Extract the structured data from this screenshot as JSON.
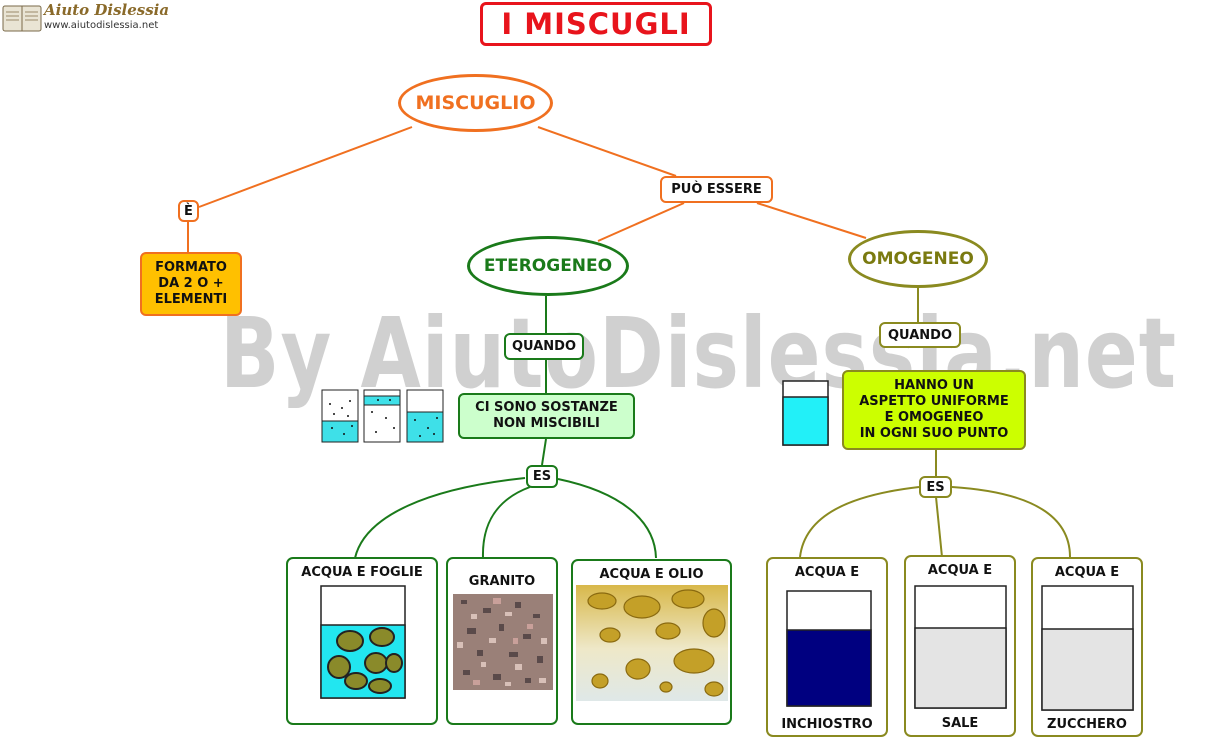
{
  "header": {
    "title": "I MISCUGLI",
    "logo_name": "Aiuto Dislessia",
    "logo_url": "www.aiutodislessia.net"
  },
  "watermark": "By AiutoDislessia.net",
  "colors": {
    "title": "#e8141c",
    "miscuglio": "#f07020",
    "eterogeneo": "#1a7a1a",
    "omogeneo": "#8a8a20",
    "formato_fill": "#ffc000",
    "sostanze_fill": "#ccffcc",
    "uniforme_fill": "#ccff00"
  },
  "concept_map": {
    "root": "MISCUGLIO",
    "link_e": "È",
    "definition": [
      "FORMATO",
      "DA 2 O +",
      "ELEMENTI"
    ],
    "link_puo_essere": "PUÒ ESSERE",
    "eterogeneo": {
      "label": "ETEROGENEO",
      "link_quando": "QUANDO",
      "condition": [
        "CI SONO SOSTANZE",
        "NON MISCIBILI"
      ],
      "link_es": "ES",
      "examples": [
        {
          "label": "ACQUA E FOGLIE",
          "image": "beaker-with-leaves"
        },
        {
          "label": "GRANITO",
          "image": "granite-texture"
        },
        {
          "label": "ACQUA E OLIO",
          "image": "oil-in-water-photo"
        }
      ]
    },
    "omogeneo": {
      "label": "OMOGENEO",
      "link_quando": "QUANDO",
      "condition": [
        "HANNO UN",
        "ASPETTO UNIFORME",
        "E OMOGENEO",
        "IN OGNI SUO PUNTO"
      ],
      "link_es": "ES",
      "examples": [
        {
          "top": "ACQUA E",
          "bottom": "INCHIOSTRO",
          "liquid_color": "#000080"
        },
        {
          "top": "ACQUA E",
          "bottom": "SALE",
          "liquid_color": "#e4e4e4"
        },
        {
          "top": "ACQUA E",
          "bottom": "ZUCCHERO",
          "liquid_color": "#e4e4e4"
        }
      ]
    }
  }
}
